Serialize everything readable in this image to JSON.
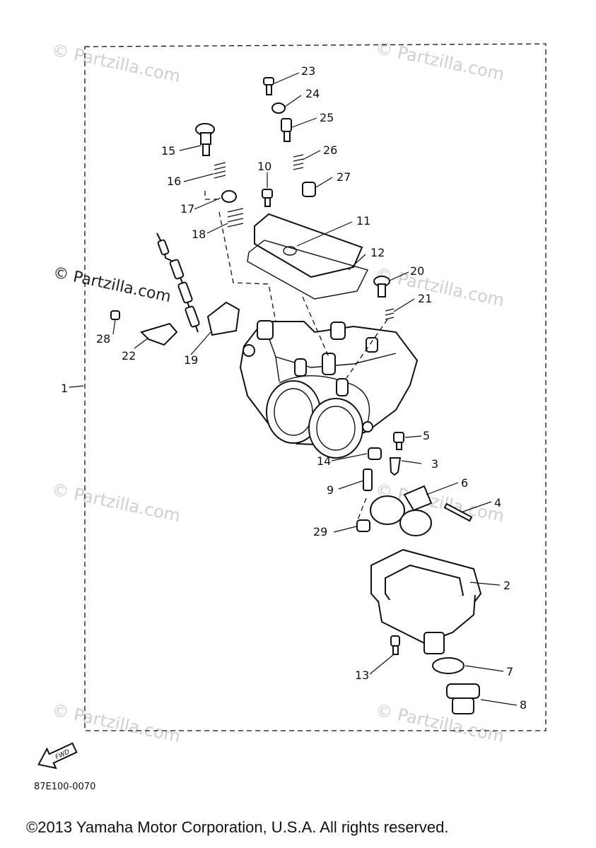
{
  "diagram": {
    "part_numbers": [
      "1",
      "2",
      "3",
      "4",
      "5",
      "6",
      "7",
      "8",
      "9",
      "10",
      "11",
      "12",
      "13",
      "14",
      "15",
      "16",
      "17",
      "18",
      "19",
      "20",
      "21",
      "22",
      "23",
      "24",
      "25",
      "26",
      "27",
      "28",
      "29"
    ],
    "fwd_label": "FWD",
    "figure_code": "87E100-0070",
    "watermark": "© Partzilla.com",
    "copyright": "©2013 Yamaha Motor Corporation, U.S.A. All rights reserved."
  }
}
